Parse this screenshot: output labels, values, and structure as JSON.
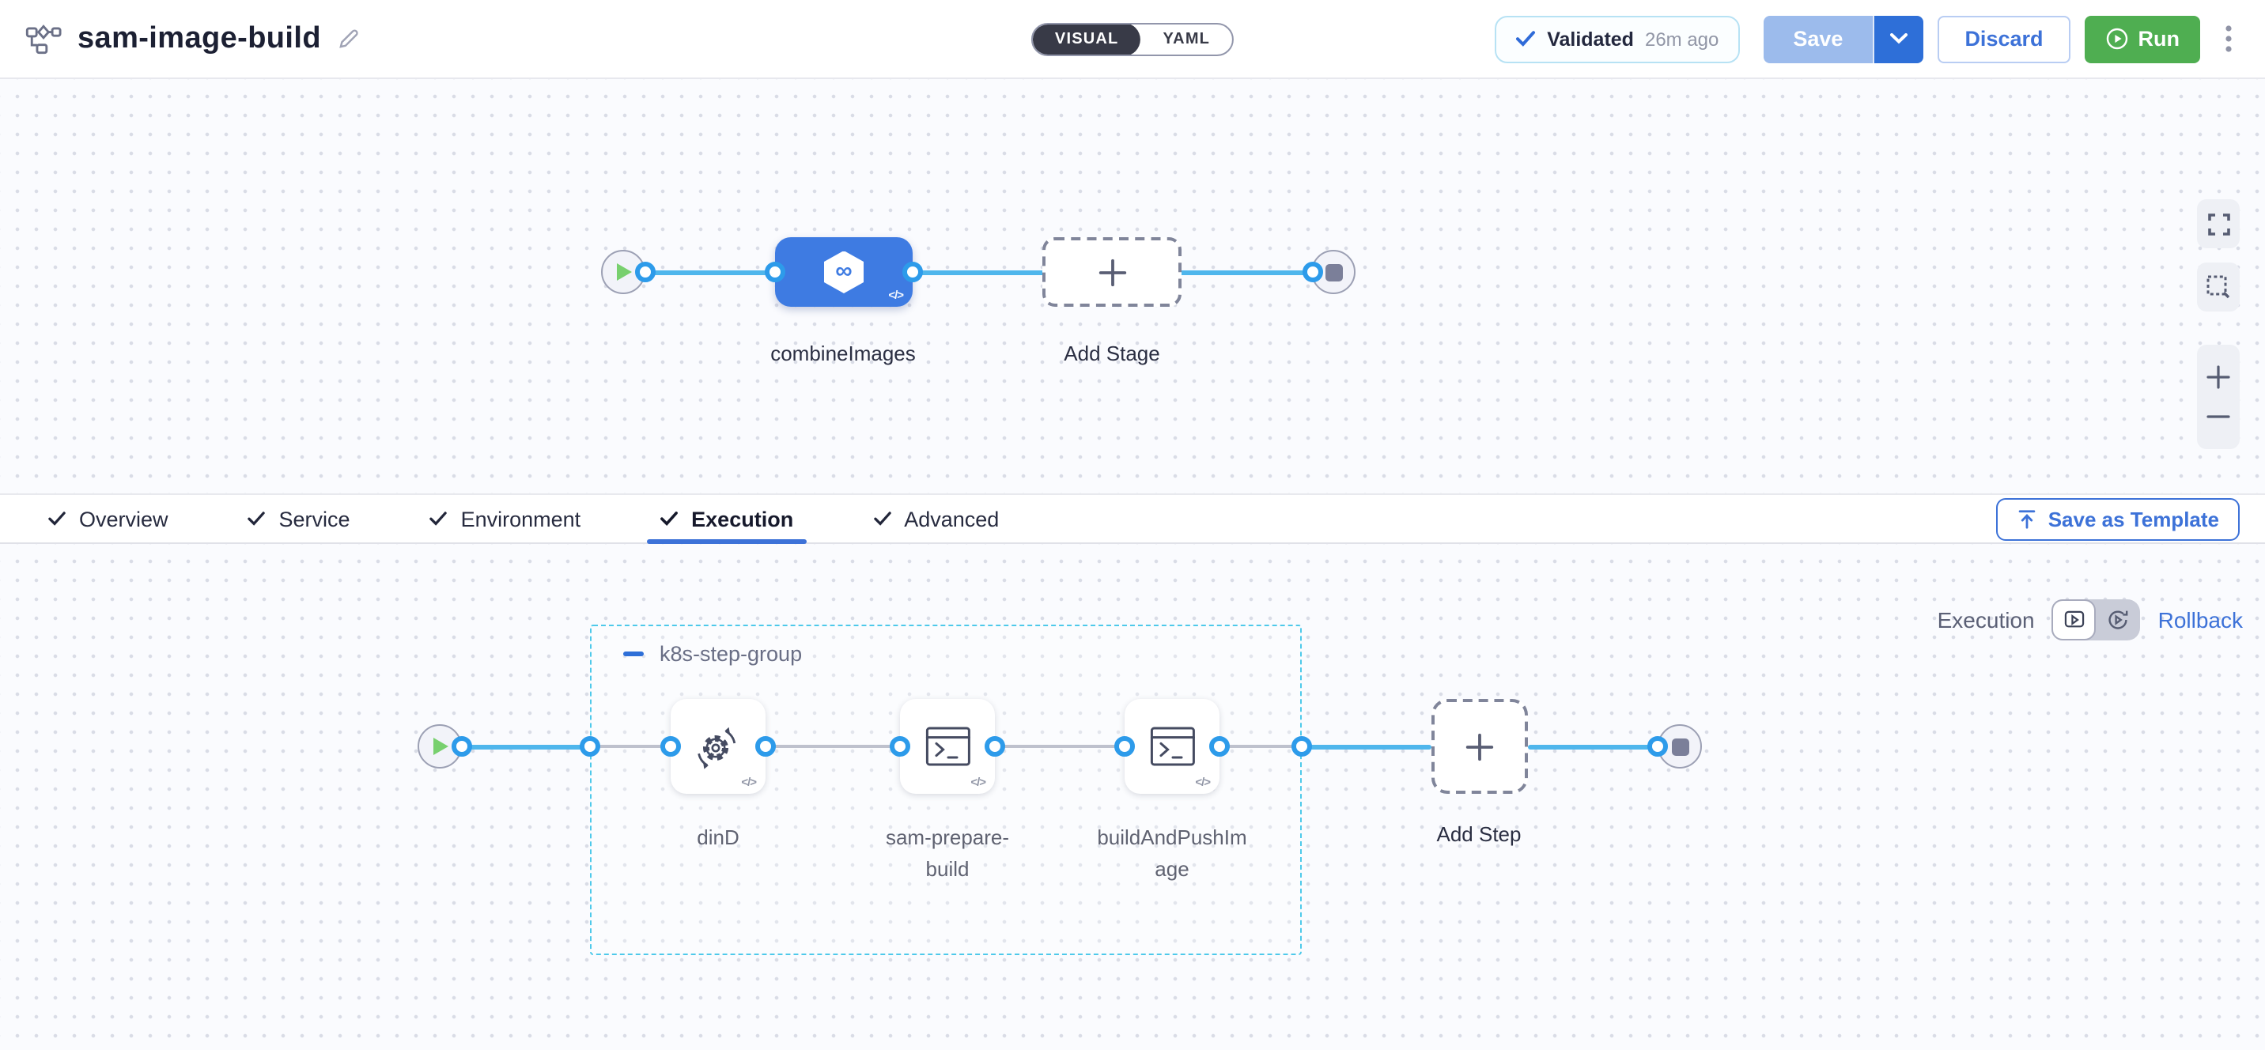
{
  "header": {
    "title": "sam-image-build",
    "mode_toggle": {
      "visual": "VISUAL",
      "yaml": "YAML",
      "selected": "VISUAL"
    },
    "validated": {
      "label": "Validated",
      "time": "26m ago"
    },
    "save_label": "Save",
    "discard_label": "Discard",
    "run_label": "Run"
  },
  "stage_canvas": {
    "stage_label": "combineImages",
    "add_stage_label": "Add Stage"
  },
  "tabs": {
    "items": [
      {
        "label": "Overview",
        "checked": true
      },
      {
        "label": "Service",
        "checked": true
      },
      {
        "label": "Environment",
        "checked": true
      },
      {
        "label": "Execution",
        "checked": true
      },
      {
        "label": "Advanced",
        "checked": true
      }
    ],
    "active": "Execution",
    "save_as_template_label": "Save as Template"
  },
  "execution_canvas": {
    "mode_label": "Execution",
    "rollback_label": "Rollback",
    "step_group_name": "k8s-step-group",
    "steps": [
      {
        "label": "dinD",
        "icon": "docker-dind-gear-icon"
      },
      {
        "label": "sam-prepare-build",
        "icon": "terminal-icon"
      },
      {
        "label": "buildAndPushImage",
        "icon": "terminal-icon"
      }
    ],
    "add_step_label": "Add Step"
  },
  "icons": {
    "code_glyph": "</>",
    "pipeline_icon": "flowchart",
    "run_icon": "play-circle",
    "save_caret_icon": "chevron-down",
    "template_icon": "upload-arrow",
    "canvas_controls": [
      "fullscreen",
      "marquee-select",
      "zoom-in",
      "zoom-out"
    ]
  },
  "colors": {
    "accent_blue": "#3d72d8",
    "accent_strong": "#2e6fd8",
    "save_disabled_blue": "#9cbbec",
    "run_green": "#4fae51",
    "stage_blue": "#3e7be2",
    "connector_blue": "#4fb6ec",
    "port_blue": "#2d9bea",
    "group_border": "#4ec9ea",
    "validated_border": "#b7e2f4",
    "title_text": "#1c2033",
    "play_green": "#78d06e"
  }
}
